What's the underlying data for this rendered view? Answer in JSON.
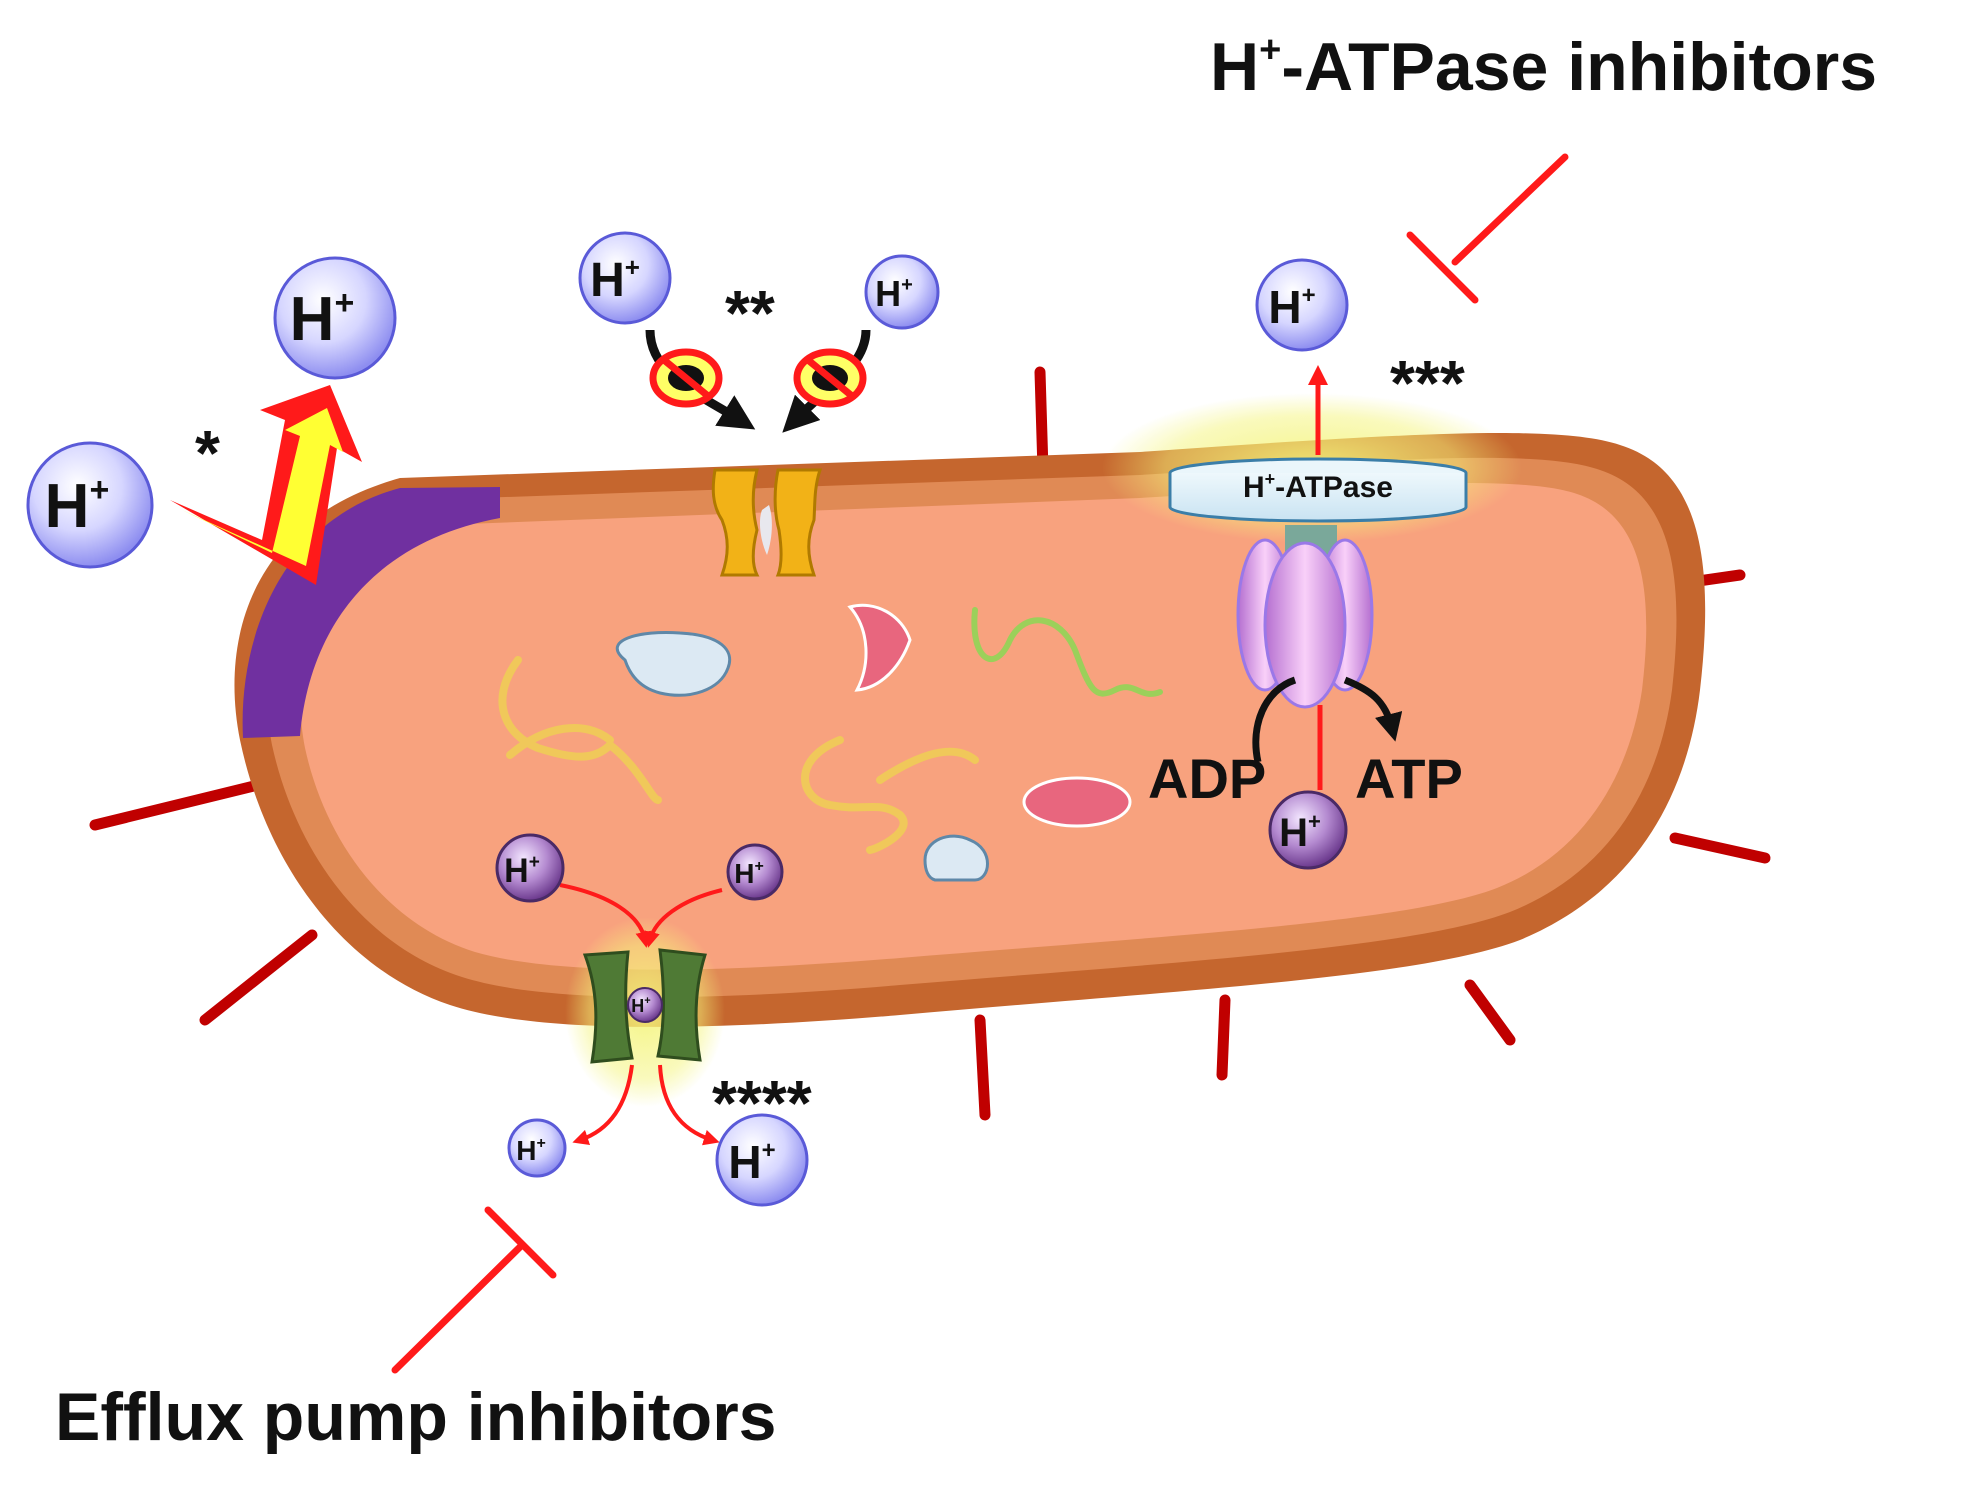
{
  "texts": {
    "h_base": "H",
    "plus": "+",
    "atpase_label_base": "H",
    "atpase_label_rest": "-ATPase",
    "atpase_inhibitors_rest": "-ATPase inhibitors",
    "efflux_inhibitors": "Efflux pump inhibitors",
    "adp": "ADP",
    "atp": "ATP",
    "star1": "*",
    "star2": "**",
    "star3": "***",
    "star4": "****"
  },
  "colors": {
    "outer_wall": "#c5662e",
    "inner_wall": "#e08a55",
    "cytoplasm": "#f8a27e",
    "purple_cap": "#7030a0",
    "pili": "#c00000",
    "inhibitor_red": "#ff1a1a",
    "porin": "#f2b217",
    "efflux_pump": "#4f7a35",
    "atpase_stator": "#dbeef7",
    "atpase_rotor": "#f3b8f3",
    "proton_fill": "#b0b0f5",
    "proton_intracellular": "#8a5aa6",
    "glow": "#f5f58a"
  },
  "icons": [
    "proton-icon",
    "no-entry-icon",
    "porin-channel-icon",
    "efflux-pump-icon",
    "atp-synthase-icon",
    "inhibition-t-bar-icon"
  ]
}
